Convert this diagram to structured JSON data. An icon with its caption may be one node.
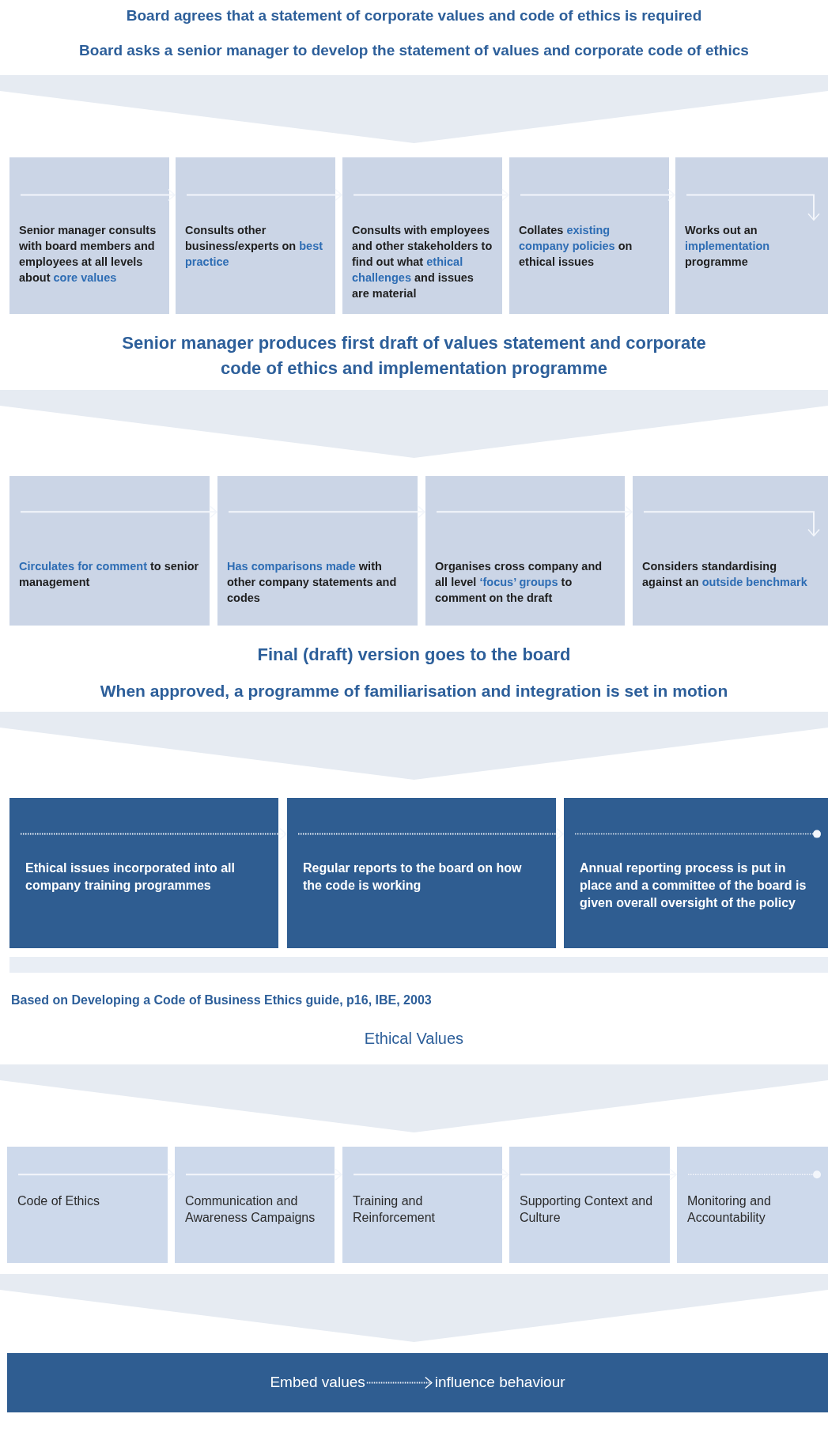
{
  "diagram": {
    "nodes": [
      {
        "text": [
          "Senior manager consults with board members and employees at all levels about **core values**"
        ]
      },
      {
        "text": [
          "Consults other business/experts on **best practice**"
        ]
      },
      {
        "text": [
          "Consults with employees and other stakeholders to find out what **ethical challenges** and issues are material"
        ]
      },
      {
        "text": [
          "Collates **existing company policies** on ethical issues"
        ]
      },
      {
        "text": [
          "Works out an **implementation** programme"
        ]
      },
      {
        "text": [
          "Senior manager produces first draft of values statement and corporate code of ethics and implementation programme"
        ]
      },
      {
        "text": [
          "**Circulates for comment** to senior management"
        ]
      },
      {
        "text": [
          "**Has comparisons made** with other company statements and codes"
        ]
      },
      {
        "text": [
          "Organises cross company and all level **‘focus’ groups** to comment on the draft"
        ]
      },
      {
        "text": [
          "Considers standardising against an **outside benchmark**"
        ]
      },
      {
        "text": [
          "Final (draft) version goes to the board"
        ]
      },
      {
        "text": [
          "Ethical issues incorporated into all company training programmes"
        ]
      },
      {
        "text": [
          "Regular reports to the board on how the code is working"
        ]
      },
      {
        "text": [
          "Annual reporting process is put in place and a committee of the board is given overall oversight of the policy"
        ]
      },
      {
        "text": [
          "Code of Ethics"
        ]
      },
      {
        "text": [
          "Communication and Awareness Campaigns"
        ]
      },
      {
        "text": [
          "Training and Reinforcement"
        ]
      },
      {
        "text": [
          "Supporting Context and Culture"
        ]
      },
      {
        "text": [
          "Monitoring and Accountability"
        ]
      },
      {
        "text": [],
        "shape": "bar"
      },
      {
        "text": [
          "Embed values"
        ],
        "in": 19
      },
      {
        "text": [
          "influence behaviour"
        ],
        "in": 19
      },
      {
        "text": [],
        "shape": "chevron"
      },
      {
        "text": [],
        "shape": "chevron"
      },
      {
        "text": [],
        "shape": "chevron"
      },
      {
        "text": [],
        "shape": "chevron"
      },
      {
        "text": [],
        "shape": "chevron"
      }
    ],
    "edges": [
      {
        "from": 0,
        "to": 1,
        "arrow": "to"
      },
      {
        "from": 1,
        "to": 2,
        "arrow": "to"
      },
      {
        "from": 2,
        "to": 3,
        "arrow": "to"
      },
      {
        "from": 3,
        "to": 4,
        "arrow": "to"
      },
      {
        "from": 6,
        "to": 7,
        "arrow": "to"
      },
      {
        "from": 7,
        "to": 8,
        "arrow": "to"
      },
      {
        "from": 8,
        "to": 9,
        "arrow": "to"
      },
      {
        "from": 11,
        "to": 12,
        "arrow": "to",
        "style": "dashed"
      },
      {
        "from": 12,
        "to": 13,
        "arrow": "to",
        "style": "dashed"
      },
      {
        "from": 14,
        "to": 15,
        "arrow": "to"
      },
      {
        "from": 15,
        "to": 16,
        "arrow": "to"
      },
      {
        "from": 16,
        "to": 17,
        "arrow": "to"
      },
      {
        "from": 17,
        "to": 18,
        "arrow": "to"
      },
      {
        "from": 20,
        "to": 21,
        "arrow": "to",
        "style": "dashed"
      }
    ],
    "labels": [
      "Board agrees that a statement of corporate values and code of ethics is required",
      "Board asks a senior manager to develop the statement of values and corporate code of ethics",
      "When approved, a programme of familiarisation and integration is set in motion",
      "Based on Developing a Code of Business Ethics guide, p16, IBE, 2003",
      "Ethical Values"
    ]
  }
}
